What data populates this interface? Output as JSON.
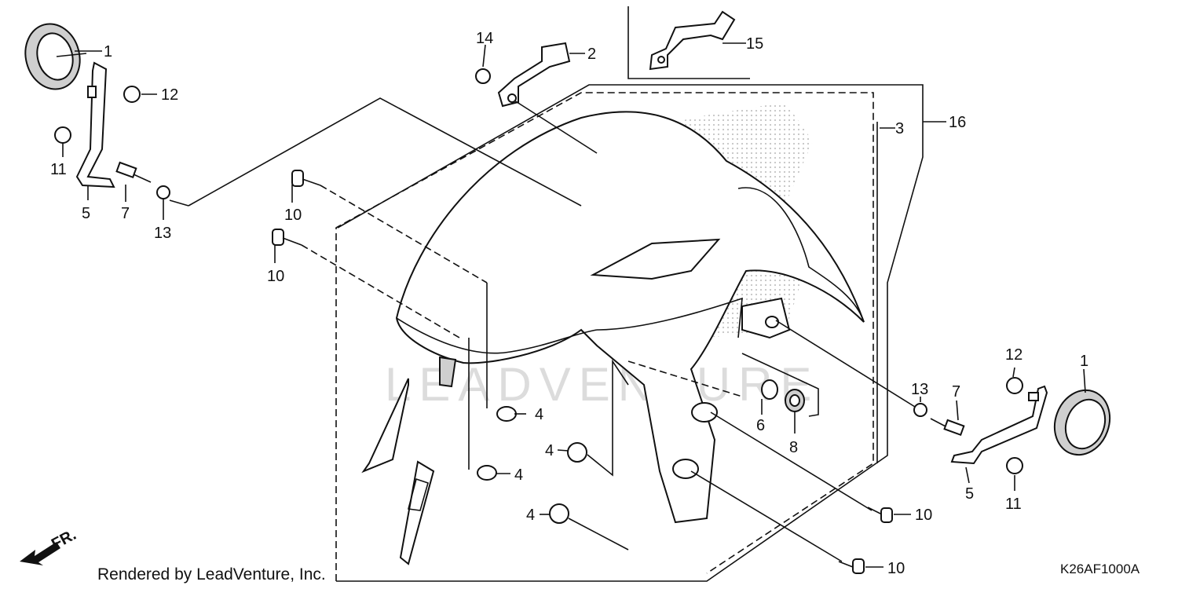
{
  "diagram": {
    "callouts": [
      {
        "id": "c1a",
        "text": "1"
      },
      {
        "id": "c2",
        "text": "2"
      },
      {
        "id": "c3",
        "text": "3"
      },
      {
        "id": "c16",
        "text": "16"
      },
      {
        "id": "c14",
        "text": "14"
      },
      {
        "id": "c15",
        "text": "15"
      },
      {
        "id": "c12a",
        "text": "12"
      },
      {
        "id": "c11a",
        "text": "11"
      },
      {
        "id": "c5a",
        "text": "5"
      },
      {
        "id": "c7a",
        "text": "7"
      },
      {
        "id": "c13a",
        "text": "13"
      },
      {
        "id": "c10a",
        "text": "10"
      },
      {
        "id": "c10b",
        "text": "10"
      },
      {
        "id": "c4a",
        "text": "4"
      },
      {
        "id": "c4b",
        "text": "4"
      },
      {
        "id": "c4c",
        "text": "4"
      },
      {
        "id": "c4d",
        "text": "4"
      },
      {
        "id": "c6",
        "text": "6"
      },
      {
        "id": "c8",
        "text": "8"
      },
      {
        "id": "c13b",
        "text": "13"
      },
      {
        "id": "c7b",
        "text": "7"
      },
      {
        "id": "c12b",
        "text": "12"
      },
      {
        "id": "c1b",
        "text": "1"
      },
      {
        "id": "c5b",
        "text": "5"
      },
      {
        "id": "c11b",
        "text": "11"
      },
      {
        "id": "c10c",
        "text": "10"
      },
      {
        "id": "c10d",
        "text": "10"
      }
    ],
    "direction_label": "FR.",
    "watermark": "LEADVENTURE",
    "footer_credit": "Rendered by LeadVenture, Inc.",
    "diagram_code": "K26AF1000A"
  }
}
